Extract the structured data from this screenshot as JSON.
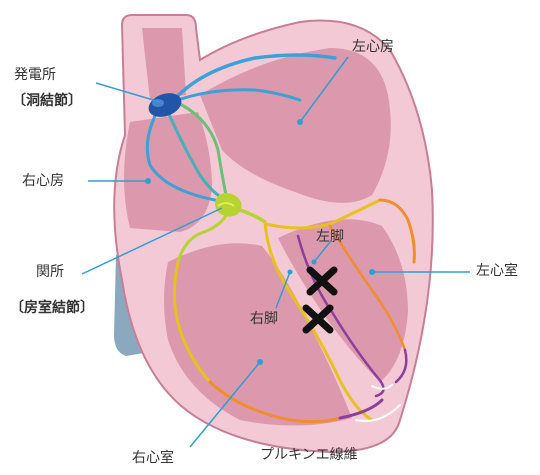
{
  "labels": {
    "sa_node": "発電所",
    "sa_node_term": "〔洞結節〕",
    "right_atrium": "右心房",
    "left_atrium": "左心房",
    "av_node": "関所",
    "av_node_term": "〔房室結節〕",
    "left_bundle": "左脚",
    "right_bundle": "右脚",
    "left_ventricle": "左心室",
    "right_ventricle": "右心室",
    "purkinje": "プルキンエ線維"
  },
  "colors": {
    "muscle": "#f3c9d6",
    "chamber": "#dc98ac",
    "outline": "#c87e96",
    "sa_node": "#2255a8",
    "av_node": "#b5d432",
    "pathway_blue": "#3aa2d6",
    "pathway_yellow": "#e8c21c",
    "pathway_orange": "#ef8e2a",
    "pathway_purple": "#8d3f9c",
    "vessel": "#8aa9be",
    "block_mark": "#111111",
    "leader": "#2e9fd4"
  },
  "icons": {
    "block": "x-mark-icon"
  }
}
